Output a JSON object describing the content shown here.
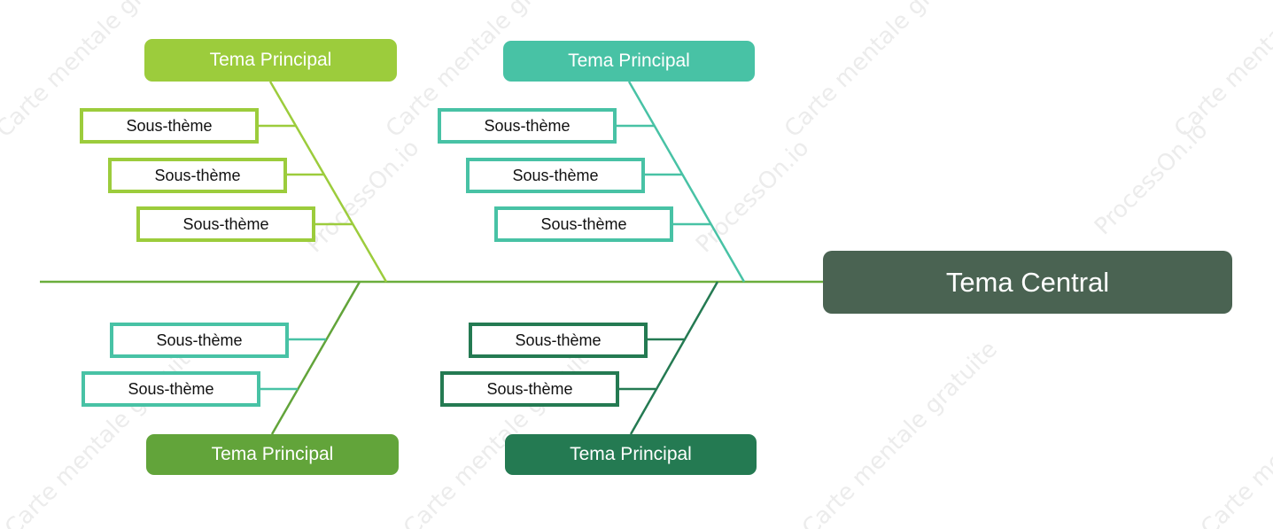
{
  "colors": {
    "spine": "#6aae3c",
    "branch1": "#9ccc3c",
    "branch2": "#48c2a5",
    "branch3": "#62a43a",
    "branch4": "#247a52",
    "central": "#4a6352",
    "watermark": "#ececec"
  },
  "central": {
    "label": "Tema Central"
  },
  "branches": [
    {
      "label": "Tema Principal",
      "subs": [
        "Sous-thème",
        "Sous-thème",
        "Sous-thème"
      ]
    },
    {
      "label": "Tema Principal",
      "subs": [
        "Sous-thème",
        "Sous-thème",
        "Sous-thème"
      ]
    },
    {
      "label": "Tema Principal",
      "subs": [
        "Sous-thème",
        "Sous-thème"
      ]
    },
    {
      "label": "Tema Principal",
      "subs": [
        "Sous-thème",
        "Sous-thème"
      ]
    }
  ],
  "watermark": {
    "text_a": "Carte mentale gratuite",
    "text_b": "ProcessOn.io Carte mentale gratuite",
    "text_c": "ProcessOn.io"
  }
}
